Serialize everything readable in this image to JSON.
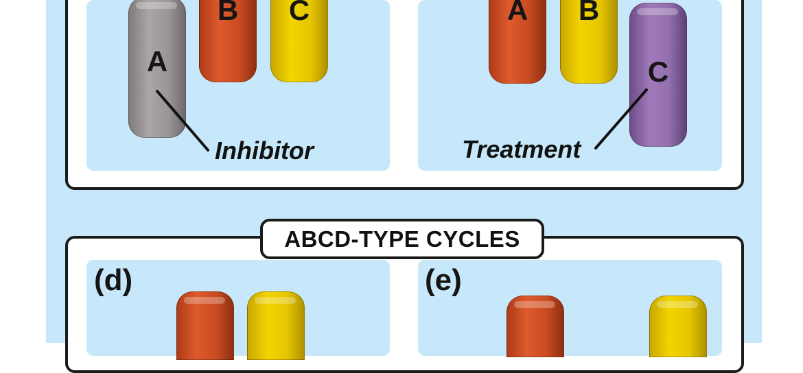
{
  "top_left_panel": {
    "pills": [
      {
        "name": "gray",
        "letter": "A"
      },
      {
        "name": "red",
        "letter": "B"
      },
      {
        "name": "yellow",
        "letter": "C"
      }
    ],
    "label": "Inhibitor"
  },
  "top_right_panel": {
    "pills": [
      {
        "name": "red",
        "letter": "A"
      },
      {
        "name": "yellow",
        "letter": "B"
      },
      {
        "name": "purple",
        "letter": "C"
      }
    ],
    "label": "Treatment"
  },
  "section_title": "ABCD-TYPE CYCLES",
  "bottom_left_panel": {
    "letter": "(d)"
  },
  "bottom_right_panel": {
    "letter": "(e)"
  },
  "colors": {
    "background": "#c7e8fa",
    "red": "#cf4f23",
    "yellow": "#eccd00",
    "gray": "#a09b9d",
    "purple": "#9473ae"
  }
}
